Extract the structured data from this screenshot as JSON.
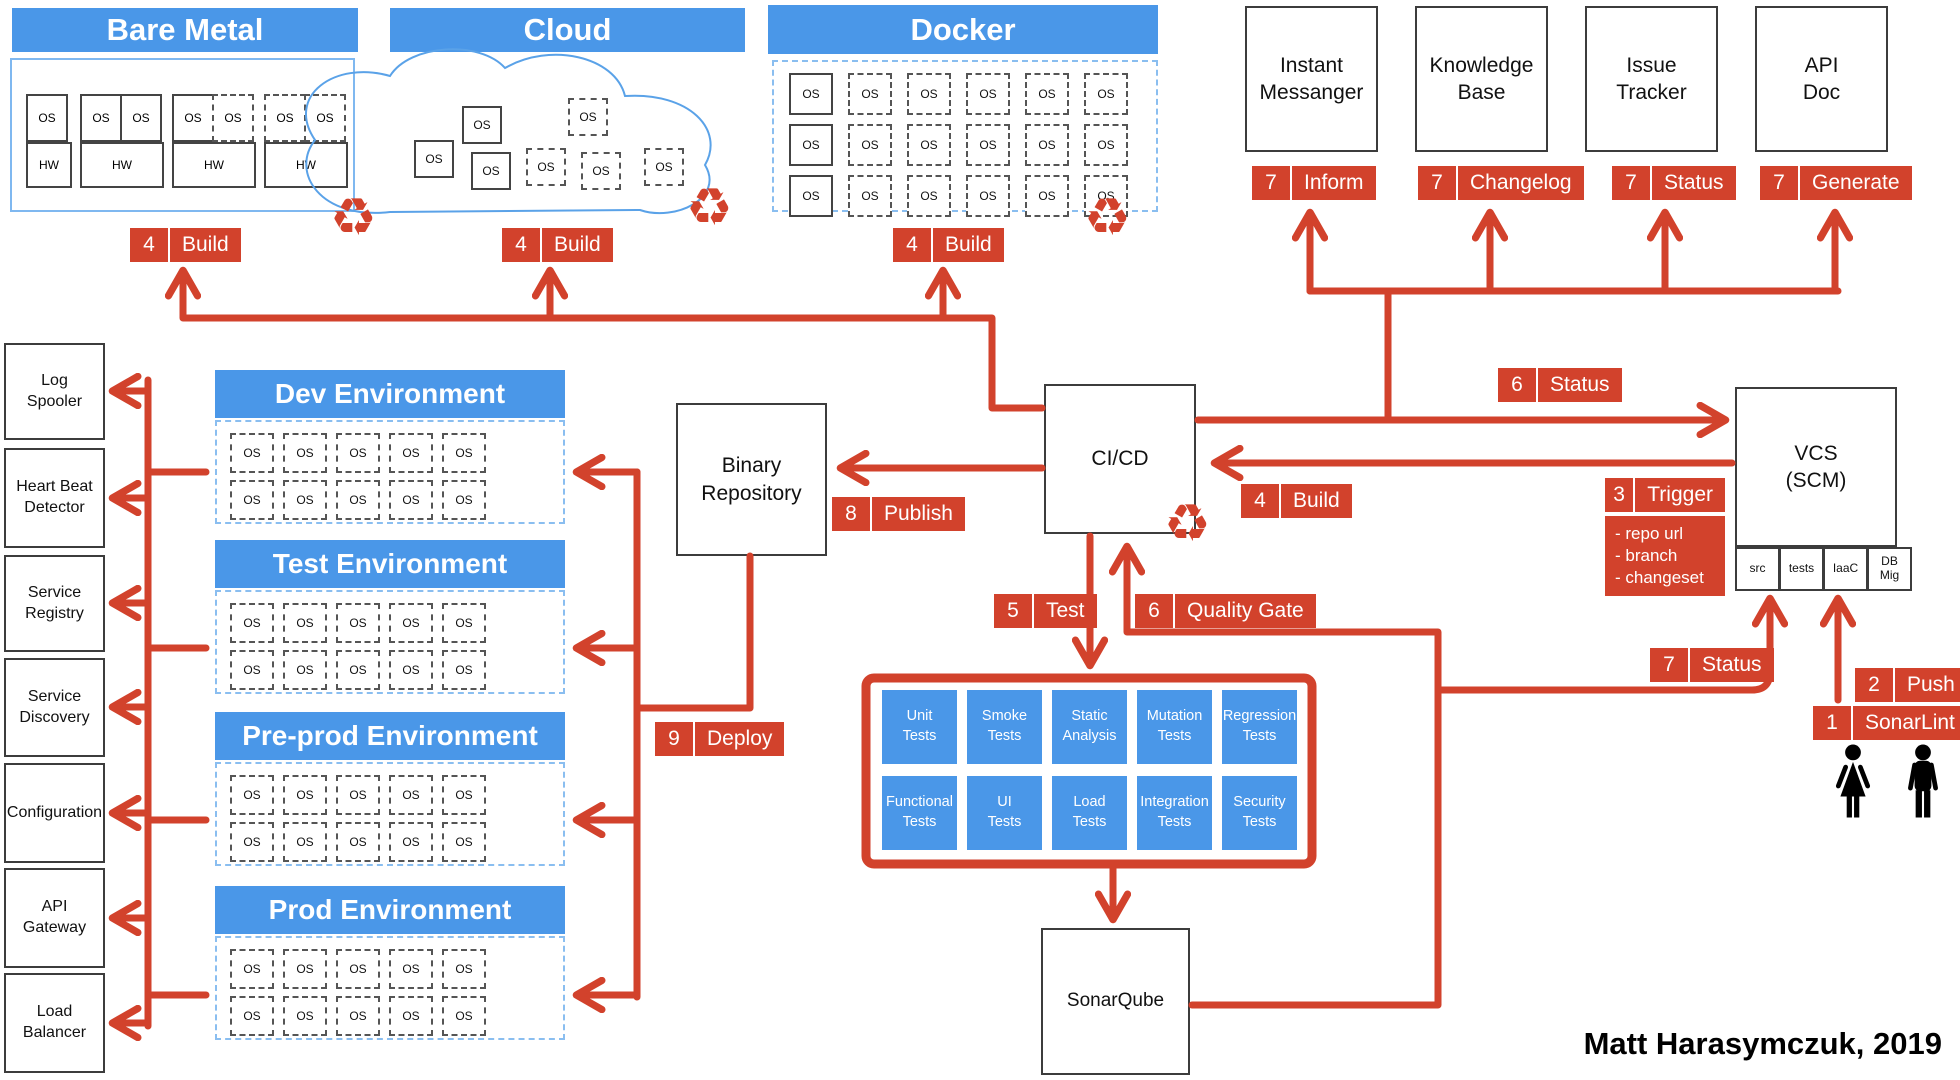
{
  "colors": {
    "blue": "#4a97e8",
    "red": "#d2422c",
    "dashed_blue": "#8abef0",
    "cloud_stroke": "#5aa2e8"
  },
  "platform_titles": {
    "bare_metal": "Bare Metal",
    "cloud": "Cloud",
    "docker": "Docker"
  },
  "os_label": "OS",
  "hw_label": "HW",
  "tools": [
    {
      "line1": "Instant",
      "line2": "Messanger",
      "step": "7",
      "action": "Inform"
    },
    {
      "line1": "Knowledge",
      "line2": "Base",
      "step": "7",
      "action": "Changelog"
    },
    {
      "line1": "Issue",
      "line2": "Tracker",
      "step": "7",
      "action": "Status"
    },
    {
      "line1": "API",
      "line2": "Doc",
      "step": "7",
      "action": "Generate"
    }
  ],
  "services": [
    {
      "line1": "Log",
      "line2": "Spooler"
    },
    {
      "line1": "Heart Beat",
      "line2": "Detector"
    },
    {
      "line1": "Service",
      "line2": "Registry"
    },
    {
      "line1": "Service",
      "line2": "Discovery"
    },
    {
      "line1": "Configuration",
      "line2": ""
    },
    {
      "line1": "API",
      "line2": "Gateway"
    },
    {
      "line1": "Load",
      "line2": "Balancer"
    }
  ],
  "environments": [
    {
      "title": "Dev Environment"
    },
    {
      "title": "Test Environment"
    },
    {
      "title": "Pre-prod Environment"
    },
    {
      "title": "Prod Environment"
    }
  ],
  "nodes": {
    "binary_repository": {
      "line1": "Binary",
      "line2": "Repository"
    },
    "cicd": "CI/CD",
    "vcs": {
      "line1": "VCS",
      "line2": "(SCM)",
      "compartments": [
        "src",
        "tests",
        "IaaC",
        "DB\nMig"
      ]
    },
    "sonarqube": "SonarQube"
  },
  "steps": {
    "build_bare_metal": {
      "num": "4",
      "text": "Build"
    },
    "build_cloud": {
      "num": "4",
      "text": "Build"
    },
    "build_docker": {
      "num": "4",
      "text": "Build"
    },
    "inform": {
      "num": "7",
      "text": "Inform"
    },
    "changelog": {
      "num": "7",
      "text": "Changelog"
    },
    "status_tools": {
      "num": "7",
      "text": "Status"
    },
    "generate": {
      "num": "7",
      "text": "Generate"
    },
    "status_vcs": {
      "num": "6",
      "text": "Status"
    },
    "build_cicd": {
      "num": "4",
      "text": "Build"
    },
    "trigger": {
      "num": "3",
      "text": "Trigger",
      "details": [
        "- repo url",
        "- branch",
        "- changeset"
      ]
    },
    "publish": {
      "num": "8",
      "text": "Publish"
    },
    "deploy": {
      "num": "9",
      "text": "Deploy"
    },
    "test": {
      "num": "5",
      "text": "Test"
    },
    "quality_gate": {
      "num": "6",
      "text": "Quality Gate"
    },
    "status_src": {
      "num": "7",
      "text": "Status"
    },
    "push": {
      "num": "2",
      "text": "Push"
    },
    "sonarlint": {
      "num": "1",
      "text": "SonarLint"
    }
  },
  "tests": [
    {
      "line1": "Unit",
      "line2": "Tests"
    },
    {
      "line1": "Smoke",
      "line2": "Tests"
    },
    {
      "line1": "Static",
      "line2": "Analysis"
    },
    {
      "line1": "Mutation",
      "line2": "Tests"
    },
    {
      "line1": "Regression",
      "line2": "Tests"
    },
    {
      "line1": "Functional",
      "line2": "Tests"
    },
    {
      "line1": "UI",
      "line2": "Tests"
    },
    {
      "line1": "Load",
      "line2": "Tests"
    },
    {
      "line1": "Integration",
      "line2": "Tests"
    },
    {
      "line1": "Security",
      "line2": "Tests"
    }
  ],
  "signature": "Matt Harasymczuk, 2019"
}
